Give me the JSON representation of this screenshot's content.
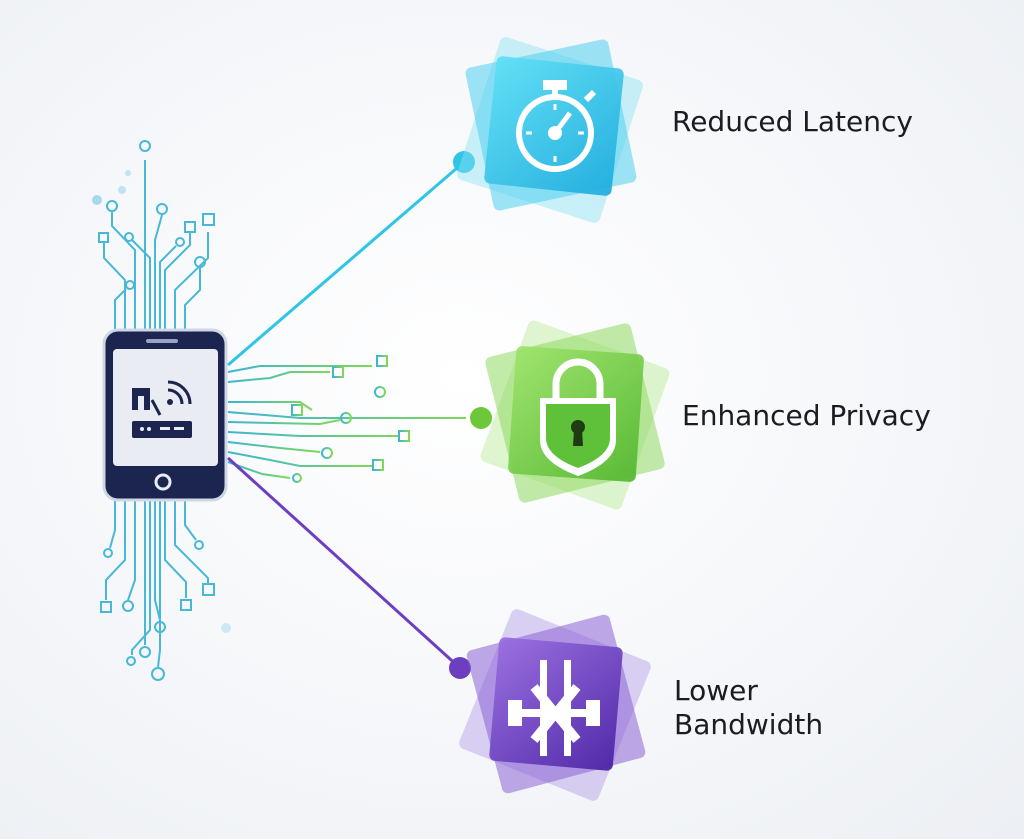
{
  "benefits": [
    {
      "id": "latency",
      "label": "Reduced Latency",
      "icon": "stopwatch-icon",
      "color": "#2ec5e6"
    },
    {
      "id": "privacy",
      "label": "Enhanced Privacy",
      "icon": "padlock-icon",
      "color": "#6cc83a"
    },
    {
      "id": "bandwidth",
      "label": "Lower Bandwidth",
      "icon": "bandwidth-x-icon",
      "color": "#6d3fc0"
    }
  ],
  "device": {
    "icon": "smartphone-icon",
    "frame_color": "#1c2450",
    "screen_color": "#e9ecf2"
  },
  "circuit_color": "#3fb4d4"
}
